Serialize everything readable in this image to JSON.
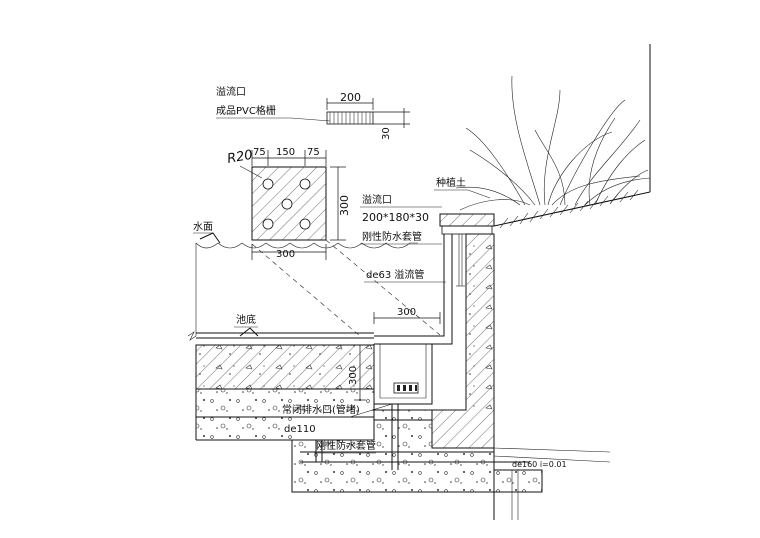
{
  "labels": {
    "overflow_outlet_top": "溢流口",
    "pvc_grille": "成品PVC格栅",
    "dim_200": "200",
    "dim_30_side": "30",
    "radius": "R20",
    "dim_75_left": "75",
    "dim_150": "150",
    "dim_75_right": "75",
    "dim_300_vertical": "300",
    "dim_300_bottom": "300",
    "water_surface": "水面",
    "overflow_outlet": "溢流口",
    "overflow_outlet_size": "200*180*30",
    "rigid_sleeve_top": "刚性防水套管",
    "overflow_pipe": "de63 溢流管",
    "planting_soil": "种植土",
    "pool_bottom": "池底",
    "dim_300_pipe": "300",
    "dim_300_sump": "300",
    "drain_outlet": "常闭排水口(管堵)",
    "pipe_slope": "de110",
    "rigid_sleeve_bottom": "刚性防水套管",
    "outfall_slope": "de160  i=0.01"
  }
}
